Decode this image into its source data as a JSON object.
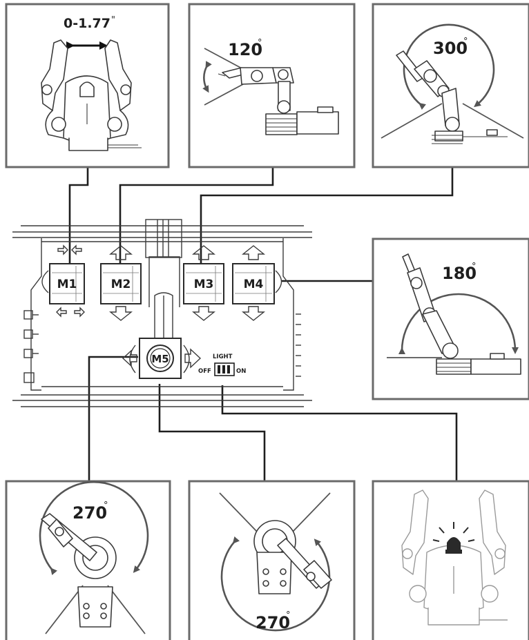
{
  "motors": {
    "m1": "M1",
    "m2": "M2",
    "m3": "M3",
    "m4": "M4",
    "m5": "M5"
  },
  "switch": {
    "title": "LIGHT",
    "off": "OFF",
    "on": "ON"
  },
  "panels": {
    "gripper": {
      "range": "0-1.77",
      "unit": "\""
    },
    "wrist": {
      "angle": "120",
      "unit": "°"
    },
    "elbow": {
      "angle": "300",
      "unit": "°"
    },
    "shoulder": {
      "angle": "180",
      "unit": "°"
    },
    "base_left": {
      "angle": "270",
      "unit": "°"
    },
    "base_right": {
      "angle": "270",
      "unit": "°"
    }
  }
}
